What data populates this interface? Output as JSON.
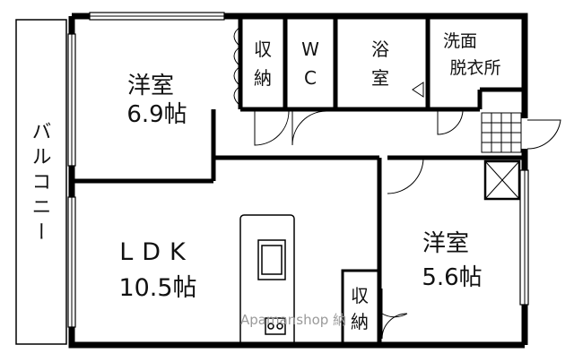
{
  "rooms": {
    "western1_name": "洋室",
    "western1_size": "6.9帖",
    "closet1_top": "収",
    "closet1_bottom": "納",
    "wc_top": "W",
    "wc_bottom": "C",
    "bath_top": "浴",
    "bath_bottom": "室",
    "wash_top": "洗面",
    "wash_bottom": "脱衣所",
    "ldk_name": "LDK",
    "ldk_size": "10.5帖",
    "western2_name": "洋室",
    "western2_size": "5.6帖",
    "closet2_top": "収",
    "closet2_bottom": "納",
    "balcony": "バルコニー"
  },
  "watermark": "Apamanshop 納"
}
